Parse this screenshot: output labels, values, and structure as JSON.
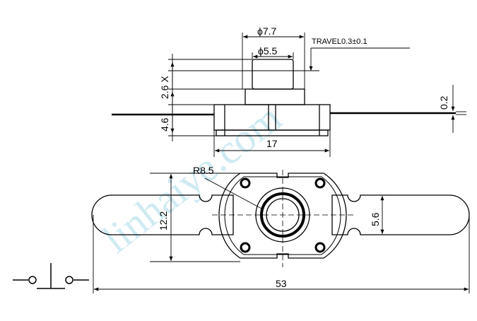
{
  "dimensions": {
    "phi_7_7": "ϕ7.7",
    "phi_5_5": "ϕ5.5",
    "travel": "TRAVEL0.3±0.1",
    "x_2_6": "2.6 X",
    "h_4_6": "4.6",
    "t_0_2": "0.2",
    "w_17": "17",
    "r_8_5": "R8.5",
    "h_12_2": "12.2",
    "h_5_6": "5.6",
    "w_53": "53"
  },
  "watermark": "linhaiye.com",
  "colors": {
    "line": "#000000",
    "watermark": "#bfe4ee",
    "background": "#ffffff"
  }
}
